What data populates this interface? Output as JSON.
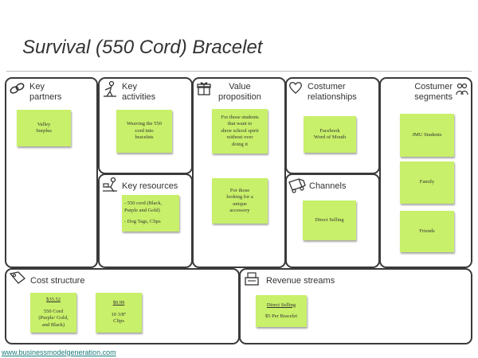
{
  "title": "Survival (550 Cord) Bracelet",
  "footer": "www.businessmodelgeneration.com",
  "sections": {
    "key_partners": {
      "label_1": "Key",
      "label_2": "partners",
      "notes": [
        {
          "line1": "Valley",
          "line2": "Surplus"
        }
      ]
    },
    "key_activities": {
      "label_1": "Key",
      "label_2": "activities",
      "notes": [
        {
          "line1": "Weaving the 550",
          "line2": "cord into",
          "line3": "bracelets"
        }
      ]
    },
    "key_resources": {
      "label": "Key resources",
      "notes": [
        {
          "line1": "- 550 cord (Black,",
          "line2": "Purple and Gold)",
          "line3": "- Dog Tags, Clips"
        }
      ]
    },
    "value_proposition": {
      "label_1": "Value",
      "label_2": "proposition",
      "notes": [
        {
          "line1": "For those students",
          "line2": "that want  to",
          "line3": "show school spirit",
          "line4": "without over",
          "line5": "doing it"
        },
        {
          "line1": "For those",
          "line2": "looking for a",
          "line3": "unique",
          "line4": "accessory"
        }
      ]
    },
    "customer_relationships": {
      "label_1": "Costumer",
      "label_2": "relationships",
      "notes": [
        {
          "line1": "Facebook",
          "line2": "Word of Mouth"
        }
      ]
    },
    "channels": {
      "label": "Channels",
      "notes": [
        {
          "line1": "Direct Selling"
        }
      ]
    },
    "customer_segments": {
      "label_1": "Costumer",
      "label_2": "segments",
      "notes": [
        {
          "line1": "JMU Students"
        },
        {
          "line1": "Family"
        },
        {
          "line1": "Friends"
        }
      ]
    },
    "cost_structure": {
      "label": "Cost structure",
      "notes": [
        {
          "price": "$35.52",
          "line1": "550 Cord",
          "line2": "(Purple/ Gold,",
          "line3": "and Black)"
        },
        {
          "price": "$0.99",
          "line1": "10 3/8\"",
          "line2": "Clips"
        }
      ]
    },
    "revenue_streams": {
      "label": "Revenue streams",
      "notes": [
        {
          "line1": "Direct Selling",
          "line2": "$5 Per Bracelet"
        }
      ]
    }
  },
  "colors": {
    "note": "#c8f06a",
    "border": "#3a3a3a",
    "footer_link": "#1a7a7a"
  }
}
